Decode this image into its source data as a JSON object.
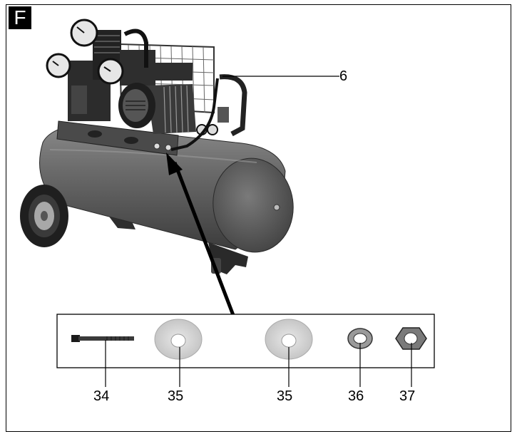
{
  "figure": {
    "label": "F"
  },
  "callouts": {
    "handle": "6",
    "bolt": "34",
    "washer_a": "35",
    "washer_b": "35",
    "spring_washer": "36",
    "nut": "37"
  },
  "colors": {
    "tank": "#6e6e6e",
    "tank_dark": "#3a3a3a",
    "line": "#000000"
  }
}
